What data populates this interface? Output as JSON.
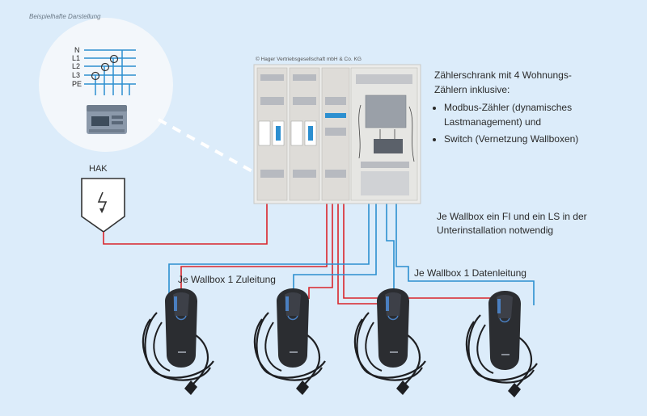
{
  "caption": "Beispielhafte Darstellung",
  "copyright": "© Hager Vertriebsgesellschaft mbH & Co. KG",
  "cabinet_description": {
    "intro": "Zählerschrank mit 4 Wohnungs-Zählern inklusive:",
    "items": [
      "Modbus-Zähler (dynamisches Lastmanagement) und",
      "Switch (Vernetzung Wallboxen)"
    ]
  },
  "hak_label": "HAK",
  "phase_labels": [
    "N",
    "L1",
    "L2",
    "L3",
    "PE"
  ],
  "protection_note": "Je Wallbox ein FI und ein LS in der Unterinstallation notwendig",
  "power_line_label": "Je Wallbox 1 Zuleitung",
  "data_line_label": "Je Wallbox 1 Datenleitung",
  "wallbox_count": 4,
  "colors": {
    "background": "#dcecfa",
    "power_line": "#d9252b",
    "data_line": "#2c8fd0",
    "wallbox_body": "#2b2d31",
    "wallbox_accent": "#4a7fc0"
  }
}
